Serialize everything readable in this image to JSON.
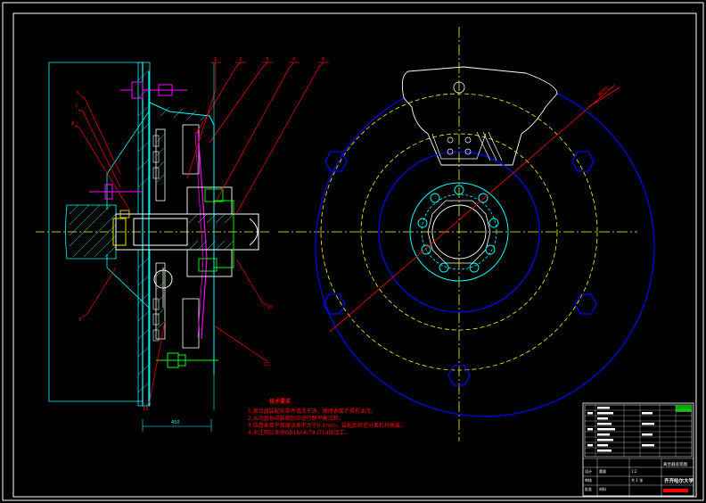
{
  "drawing": {
    "colors": {
      "background": "#000000",
      "frame": "#ffffff",
      "centerline": "#ffff00",
      "housing": "#00ffff",
      "flywheel": "#0000ff",
      "bolt": "#ff00ff",
      "leader": "#ff0000",
      "shaft": "#ffffff",
      "hatch": "#00ff00"
    },
    "leader_labels": [
      "1",
      "2",
      "3",
      "4",
      "5",
      "6",
      "7",
      "8",
      "9",
      "10",
      "11",
      "12"
    ],
    "dimension_label": "450",
    "diameter_label": "Ø250",
    "notes": {
      "title": "技术要求",
      "lines": [
        "1.离合器装配前零件清洗干净，摩擦表面不得有油污。",
        "2.从动盘总成装配后应进行静平衡试验。",
        "3.压盘表面平面度误差不大于0.1mm，装配后检查分离杠杆高度。",
        "4.未注明公差按GB1804-79 IT14级加工。"
      ]
    },
    "title_block": {
      "drawing_name": "离合器总装图",
      "company": "齐齐哈尔大学",
      "scale": "1:2",
      "sheet": "共 1 张",
      "drawn": "设计",
      "checked": "审核",
      "approved": "批准",
      "weight": "重量",
      "material": "材料"
    }
  }
}
